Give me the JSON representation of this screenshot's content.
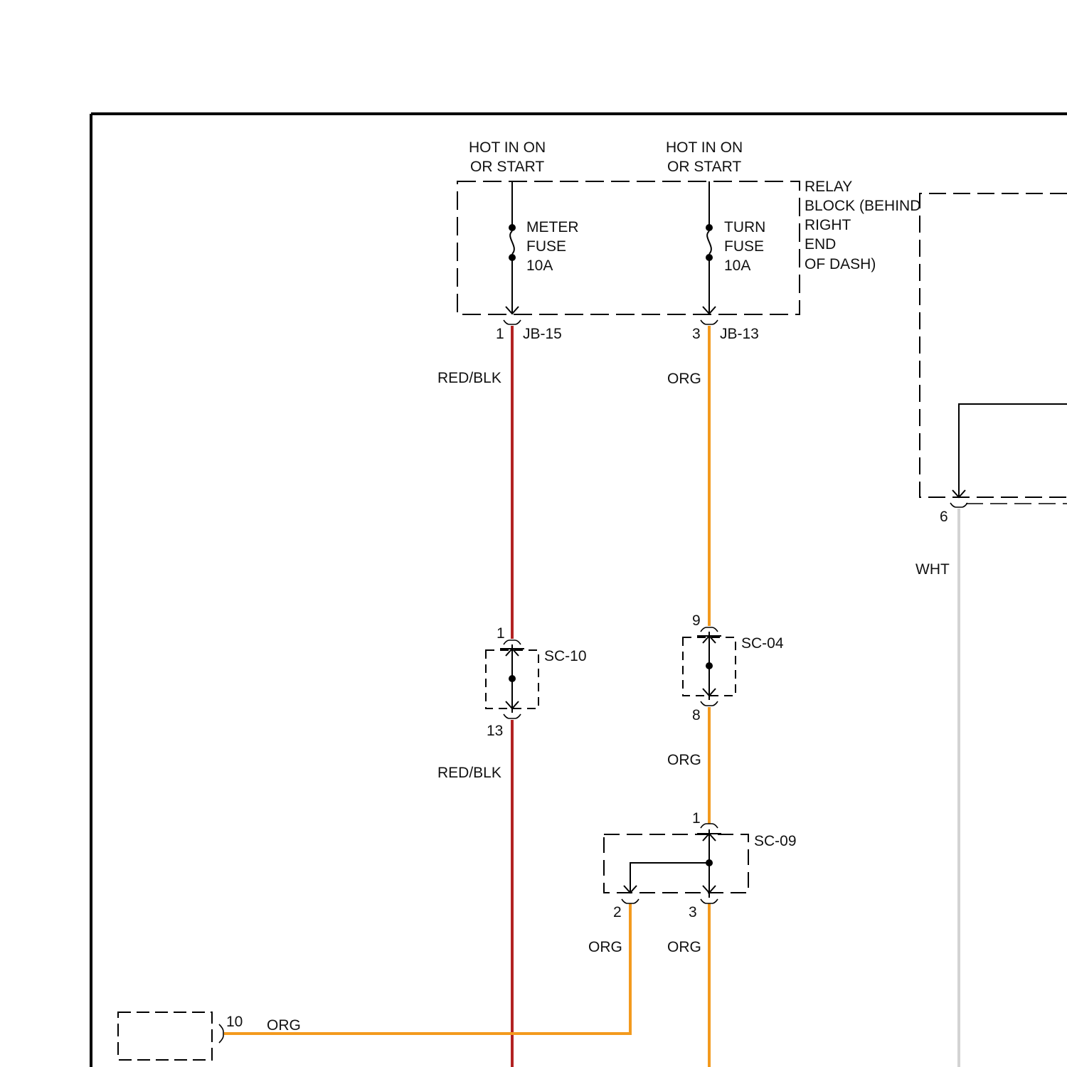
{
  "colors": {
    "red_blk": "#b22222",
    "org": "#f39a1e",
    "wht": "#d3d3d3",
    "line": "#000000",
    "background": "#ffffff"
  },
  "power": {
    "meter_hot": [
      "HOT IN ON",
      "OR START"
    ],
    "turn_hot": [
      "HOT IN ON",
      "OR START"
    ]
  },
  "relay_block": {
    "label": [
      "RELAY",
      "BLOCK (BEHIND",
      "RIGHT",
      "END",
      "OF DASH)"
    ]
  },
  "fuses": {
    "meter": [
      "METER",
      "FUSE",
      "10A"
    ],
    "turn": [
      "TURN",
      "FUSE",
      "10A"
    ]
  },
  "connectors": {
    "jb15": {
      "name": "JB-15",
      "pin": "1"
    },
    "jb13": {
      "name": "JB-13",
      "pin": "3"
    },
    "sc10": {
      "name": "SC-10",
      "pin_in": "1",
      "pin_out": "13"
    },
    "sc04": {
      "name": "SC-04",
      "pin_in": "9",
      "pin_out": "8"
    },
    "sc09": {
      "name": "SC-09",
      "pin_in": "1",
      "pin_out_a": "2",
      "pin_out_b": "3"
    },
    "right_block": {
      "pin": "6"
    },
    "left_component": {
      "pin": "10"
    }
  },
  "wires": {
    "meter_upper": "RED/BLK",
    "meter_lower": "RED/BLK",
    "turn_upper": "ORG",
    "turn_mid": "ORG",
    "sc09_out2": "ORG",
    "sc09_out3": "ORG",
    "left_branch": "ORG",
    "right_wht": "WHT"
  }
}
